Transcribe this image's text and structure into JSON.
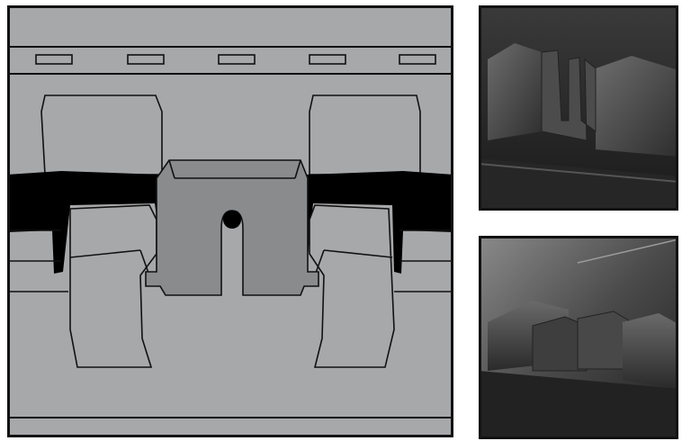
{
  "colors": {
    "background": "#ffffff",
    "panel_border": "#111111",
    "line_art_fill": "#a7a8aa",
    "line_art_dark_fill": "#8a8b8d",
    "line_art_stroke": "#111111",
    "shadow_black": "#000000",
    "photo_dark": "#2a2a2a",
    "photo_mid": "#4a4a4a",
    "photo_light": "#7a7a7a"
  },
  "main_diagram": {
    "slot_count": 5
  },
  "photos": {
    "top": {
      "icon": "plastic-clip-closeup-photo"
    },
    "bottom": {
      "icon": "plastic-latch-closeup-photo"
    }
  }
}
